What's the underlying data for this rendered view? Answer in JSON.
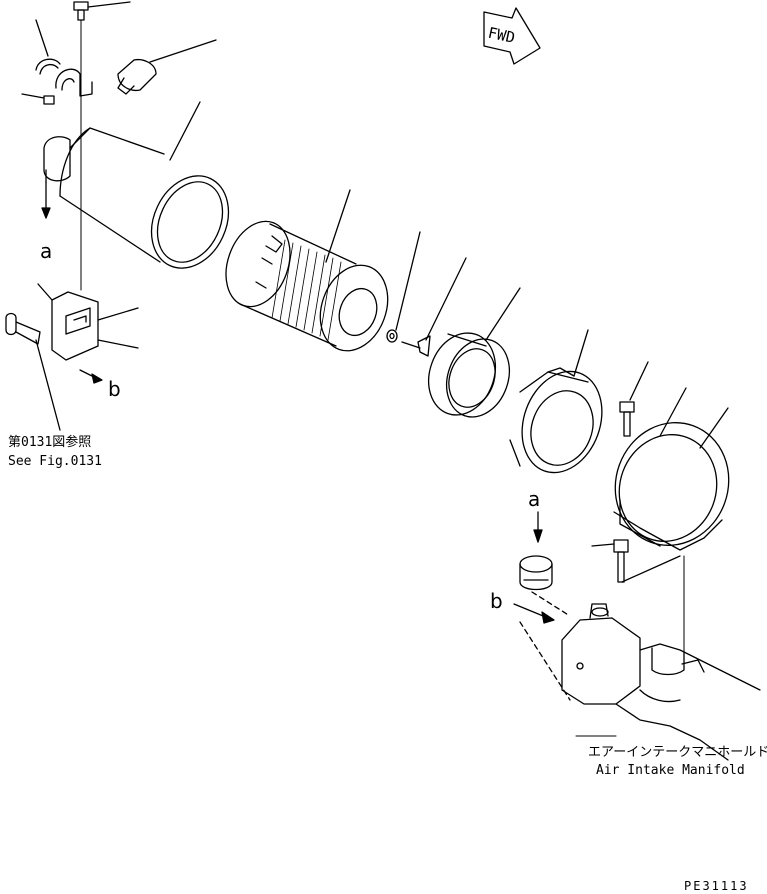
{
  "fwd_arrow": {
    "label": "FWD"
  },
  "callouts": {
    "a_top": "a",
    "b_left": "b",
    "a_right": "a",
    "b_right": "b"
  },
  "reference": {
    "jp": "第0131図参照",
    "en": "See Fig.0131"
  },
  "manifold": {
    "jp": "エアーインテークマニホールド",
    "en": "Air Intake Manifold"
  },
  "drawing_code": "PE31113"
}
